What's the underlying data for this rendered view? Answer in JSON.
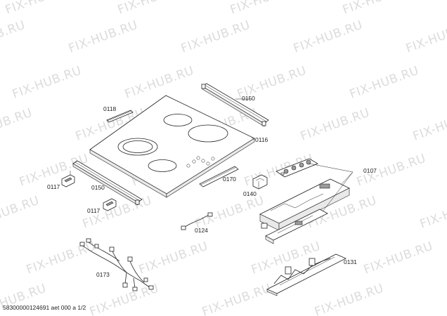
{
  "watermark": "FIX-HUB.RU",
  "footer": "58300000124691 aet 000 a 1/2",
  "labels": {
    "p0118": "0118",
    "p0150_top": "0150",
    "p0116": "0116",
    "p0107": "0107",
    "p0117_a": "0117",
    "p0150_bot": "0150",
    "p0170": "0170",
    "p0140": "0140",
    "p0117_b": "0117",
    "p0124": "0124",
    "p0173": "0173",
    "p0131": "0131"
  }
}
